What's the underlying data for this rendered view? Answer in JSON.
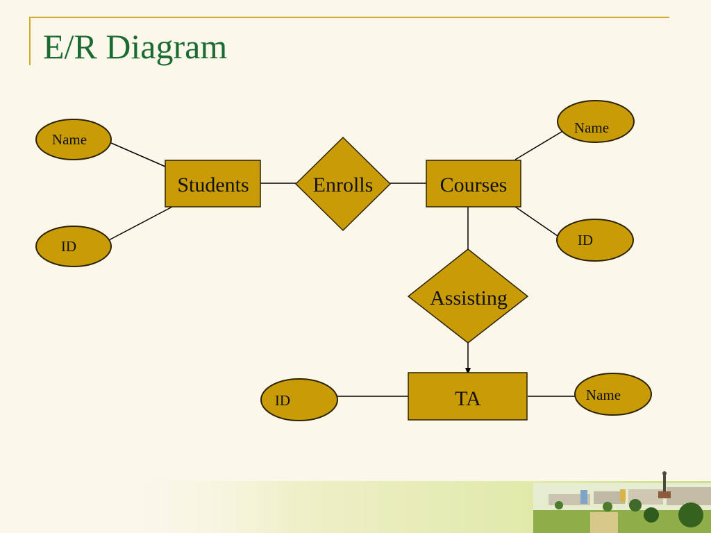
{
  "slide": {
    "title": "E/R Diagram"
  },
  "diagram": {
    "colors": {
      "fill": "#c89b07",
      "stroke": "#2b2203",
      "title": "#1b6a32",
      "background": "#fbf7ea",
      "rule": "#d4aa2e"
    },
    "entities": {
      "students": "Students",
      "courses": "Courses",
      "ta": "TA"
    },
    "relationships": {
      "enrolls": "Enrolls",
      "assisting": "Assisting"
    },
    "attributes": {
      "students_name": "Name",
      "students_id": "ID",
      "courses_name": "Name",
      "courses_id": "ID",
      "ta_id": "ID",
      "ta_name": "Name"
    }
  }
}
